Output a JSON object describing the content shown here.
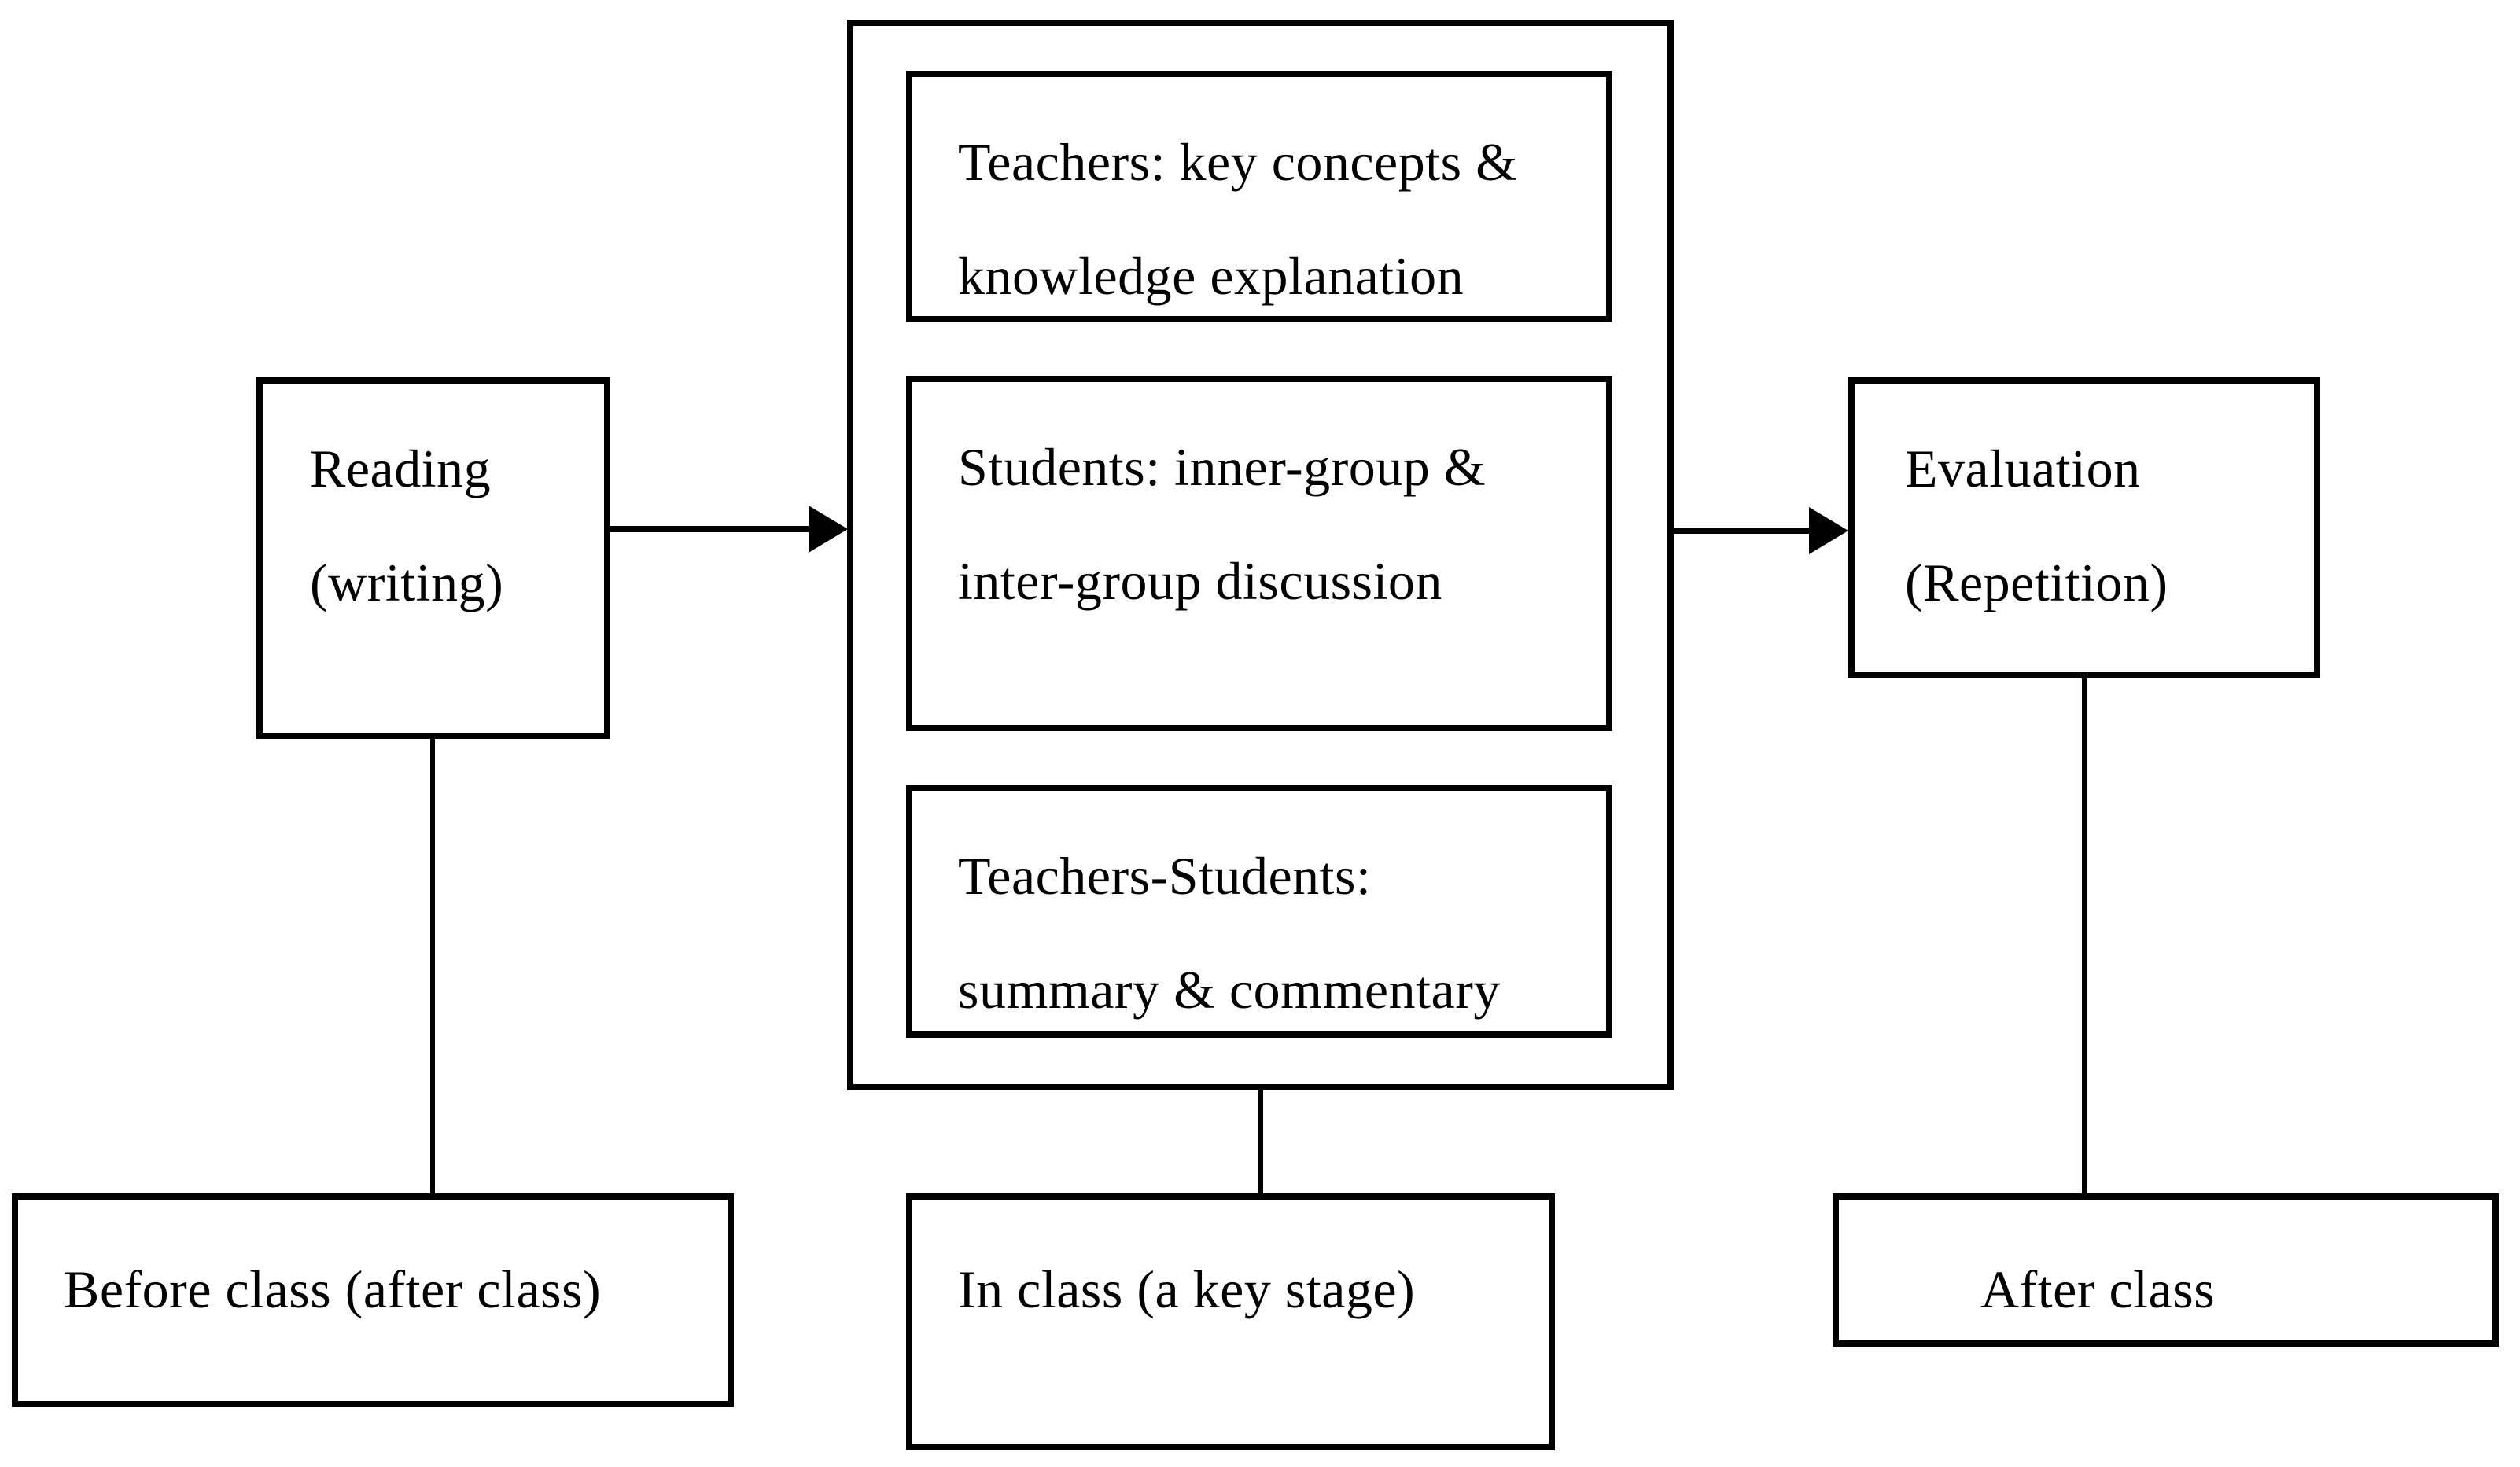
{
  "diagram": {
    "background_color": "#ffffff",
    "ink_color": "#000000",
    "stages": {
      "reading": {
        "line1": "Reading",
        "line2": "(writing)"
      },
      "in_class_activities": [
        {
          "line1": "Teachers: key concepts &",
          "line2": "knowledge explanation"
        },
        {
          "line1": "Students: inner-group &",
          "line2": "inter-group discussion"
        },
        {
          "line1": "Teachers-Students:",
          "line2": "summary & commentary"
        }
      ],
      "evaluation": {
        "line1": "Evaluation",
        "line2": "(Repetition)"
      }
    },
    "phase_labels": {
      "before": "Before class (after class)",
      "during": "In class (a key stage)",
      "after": "After class"
    }
  }
}
